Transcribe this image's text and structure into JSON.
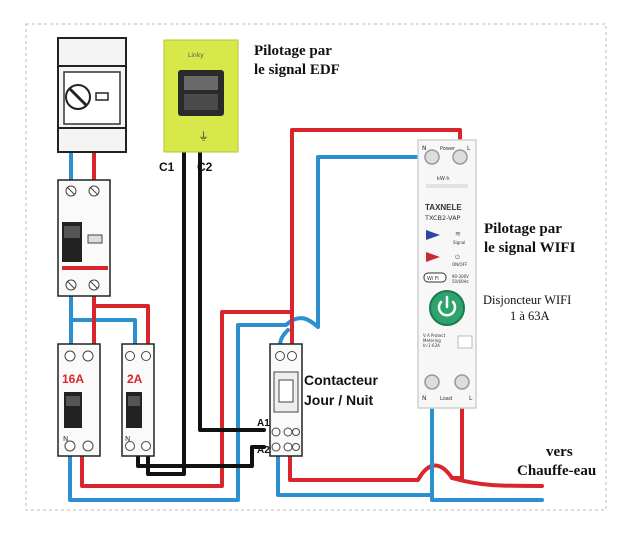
{
  "labels": {
    "edf_title_line1": "Pilotage par",
    "edf_title_line2": "le signal EDF",
    "wifi_title_line1": "Pilotage par",
    "wifi_title_line2": "le signal WIFI",
    "c1": "C1",
    "c2": "C2",
    "breaker_16a": "16A",
    "breaker_2a": "2A",
    "contactor_line1": "Contacteur",
    "contactor_line2": "Jour / Nuit",
    "a1": "A1",
    "a2": "A2",
    "wifi_breaker_line1": "Disjoncteur WIFI",
    "wifi_breaker_line2": "1 à 63A",
    "dest_line1": "vers",
    "dest_line2": "Chauffe-eau",
    "terminal_n": "N",
    "terminal_l": "L"
  },
  "meter": {
    "brand": "Linky"
  },
  "device": {
    "brand": "TAXNELE",
    "model": "TXCB2-VAP",
    "power_label": "Power",
    "kwh_label": "kW·h",
    "signal_label": "Signal",
    "onoff_label": "ON/OFF",
    "wifi_badge": "Wi Fi",
    "voltage_line1": "90-300V",
    "voltage_line2": "50/60Hz",
    "desc_line1": "V A Protect",
    "desc_line2": "Metering",
    "desc_line3": "In:1-63A",
    "load_label": "Load"
  },
  "colors": {
    "phase": "#d8262c",
    "neutral": "#2b8fd0",
    "control": "#111111",
    "linky": "#d6e84a",
    "power_button": "#2ea36d"
  }
}
